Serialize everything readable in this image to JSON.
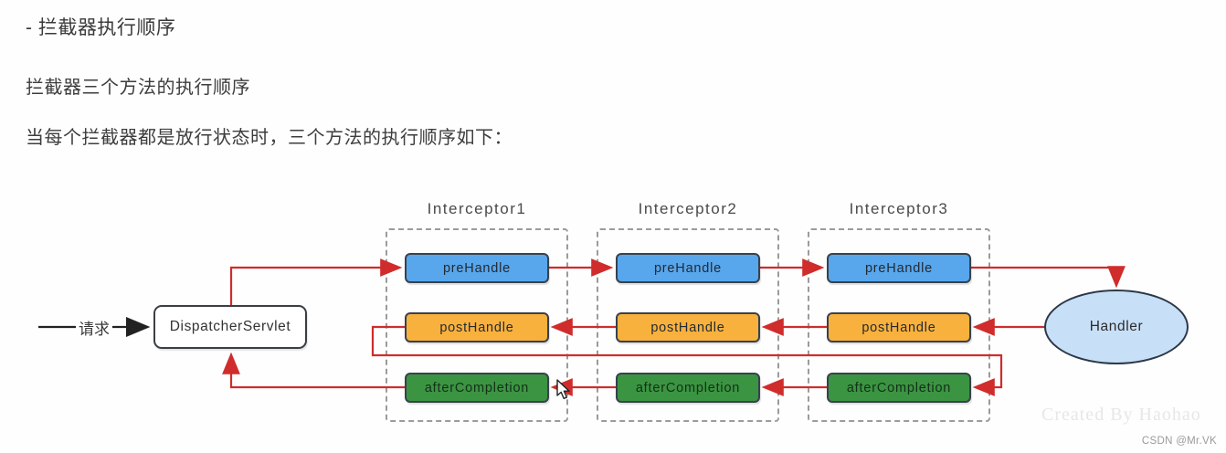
{
  "page": {
    "bullet": "-",
    "title": "拦截器执行顺序",
    "subtitle": "拦截器三个方法的执行顺序",
    "description": "当每个拦截器都是放行状态时，三个方法的执行顺序如下："
  },
  "diagram": {
    "request_label": "请求",
    "dispatcher_label": "DispatcherServlet",
    "handler_label": "Handler",
    "interceptors": [
      {
        "title": "Interceptor1",
        "methods": [
          "preHandle",
          "postHandle",
          "afterCompletion"
        ]
      },
      {
        "title": "Interceptor2",
        "methods": [
          "preHandle",
          "postHandle",
          "afterCompletion"
        ]
      },
      {
        "title": "Interceptor3",
        "methods": [
          "preHandle",
          "postHandle",
          "afterCompletion"
        ]
      }
    ],
    "flow_order": [
      "DispatcherServlet",
      "preHandle1",
      "preHandle2",
      "preHandle3",
      "Handler",
      "postHandle3",
      "postHandle2",
      "postHandle1",
      "afterCompletion3",
      "afterCompletion2",
      "afterCompletion1",
      "DispatcherServlet"
    ],
    "colors": {
      "pre_handle_fill": "#58a6ec",
      "post_handle_fill": "#f9b13d",
      "after_completion_fill": "#3b9441",
      "handler_fill": "#c8e0f7",
      "arrow_red": "#d02c2c",
      "arrow_black": "#222222",
      "dashed_border": "#9b9b9b"
    }
  },
  "watermark": {
    "created_by": "Created By Haohao",
    "csdn": "CSDN @Mr.VK"
  }
}
